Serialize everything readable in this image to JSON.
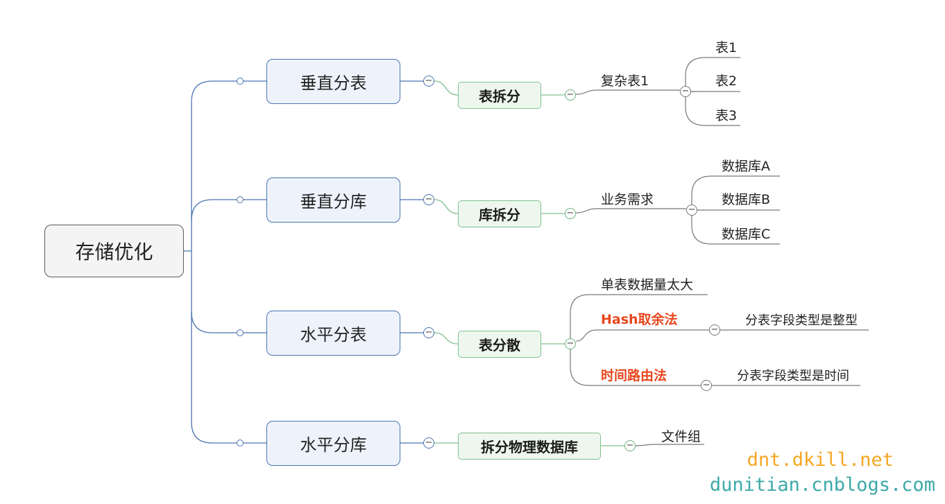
{
  "root": {
    "label": "存储优化"
  },
  "branches": [
    {
      "label": "垂直分表",
      "method": "表拆分",
      "detail": "复杂表1",
      "children": [
        "表1",
        "表2",
        "表3"
      ]
    },
    {
      "label": "垂直分库",
      "method": "库拆分",
      "detail": "业务需求",
      "children": [
        "数据库A",
        "数据库B",
        "数据库C"
      ]
    },
    {
      "label": "水平分表",
      "method": "表分散",
      "reason": "单表数据量太大",
      "approaches": [
        {
          "label": "Hash取余法",
          "note": "分表字段类型是整型"
        },
        {
          "label": "时间路由法",
          "note": "分表字段类型是时间"
        }
      ]
    },
    {
      "label": "水平分库",
      "method": "拆分物理数据库",
      "detail": "文件组"
    }
  ],
  "colors": {
    "blue_connector": "#4a72b0",
    "green_connector": "#7fc08e",
    "gray_connector": "#777777",
    "highlight": "#e8461e",
    "watermark_orange": "#f5a623",
    "watermark_teal": "#3da8a8"
  },
  "icons": {
    "toggle": "collapse-minus-icon",
    "junction": "junction-dot-icon"
  },
  "watermark": {
    "line1": "dnt.dkill.net",
    "line2": "dunitian.cnblogs.com"
  }
}
